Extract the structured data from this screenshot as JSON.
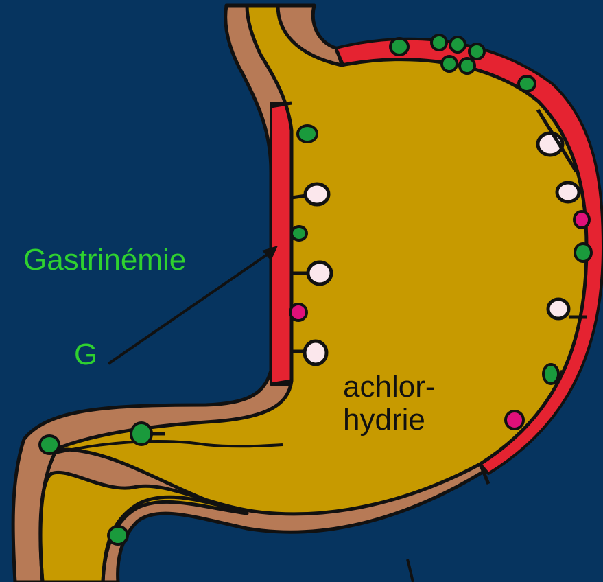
{
  "labels": {
    "gastrinemie": "Gastrinémie",
    "g": "G",
    "achlorhydria": "achlor-\nhydrie"
  },
  "colors": {
    "background": "#06345f",
    "lumen": "#c79a00",
    "outline": "#111111",
    "antral_wall": "#b77a56",
    "fundic_mucosa": "#e52331",
    "g_cell": "#1a9a3c",
    "parietal_cell": "#fbe7ec",
    "chief_cell": "#e0107a",
    "label_green": "#2fd12f",
    "label_dark": "#111111"
  },
  "cell_types": [
    "g-cell",
    "parietal-cell",
    "chief-cell"
  ]
}
